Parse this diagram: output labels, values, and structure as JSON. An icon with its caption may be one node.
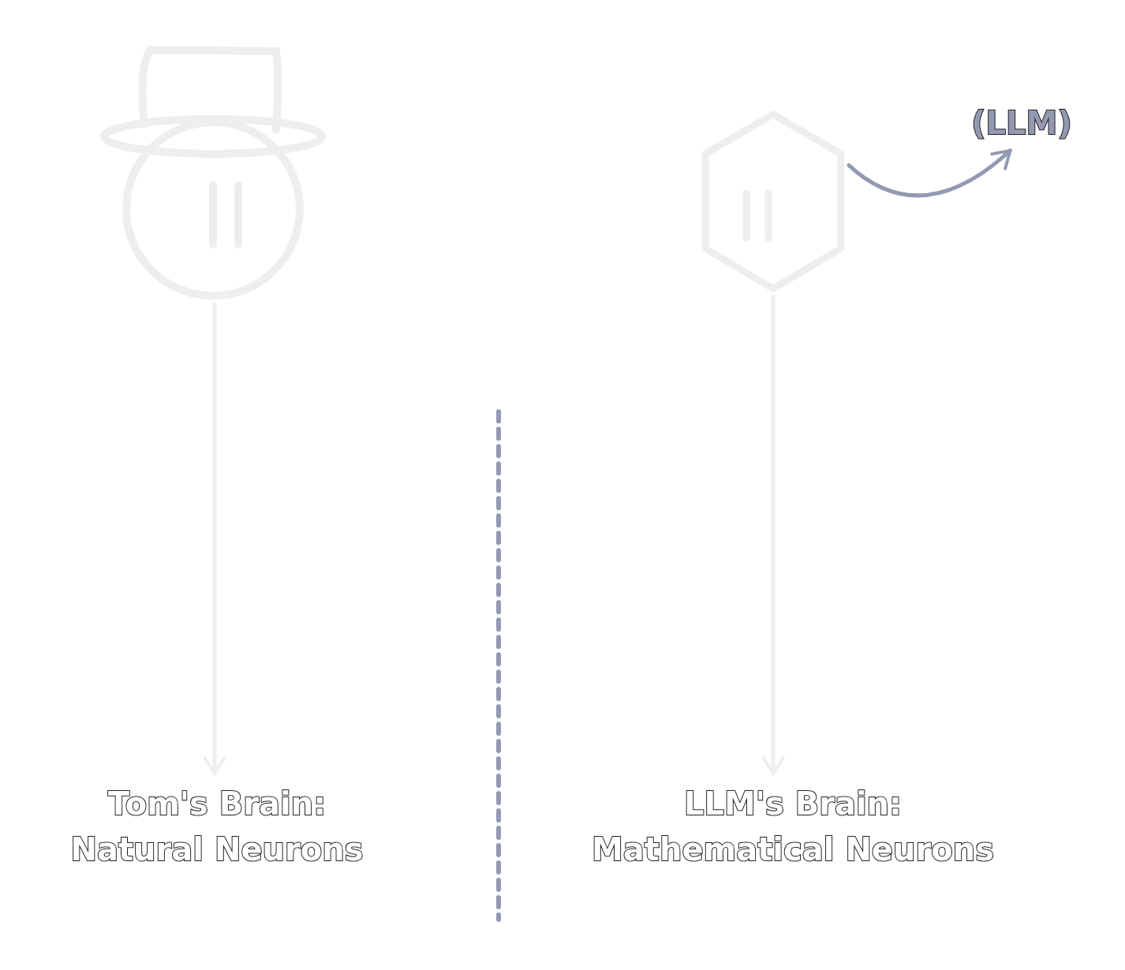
{
  "diagram": {
    "nodes": [
      {
        "text": [],
        "shape": "person"
      },
      {
        "text": [],
        "shape": "hexagon"
      },
      {
        "text": [
          "Tom's Brain: Natural Neurons"
        ]
      },
      {
        "text": [
          "LLM's Brain: Mathematical Neurons"
        ]
      },
      {
        "text": [
          "(LLM)"
        ]
      }
    ],
    "edges": [
      {
        "from": 0,
        "to": 2,
        "arrow": "to"
      },
      {
        "from": 1,
        "to": 3,
        "arrow": "to"
      },
      {
        "from": 1,
        "to": 4,
        "arrow": "to",
        "color": "#9499b3"
      }
    ]
  }
}
